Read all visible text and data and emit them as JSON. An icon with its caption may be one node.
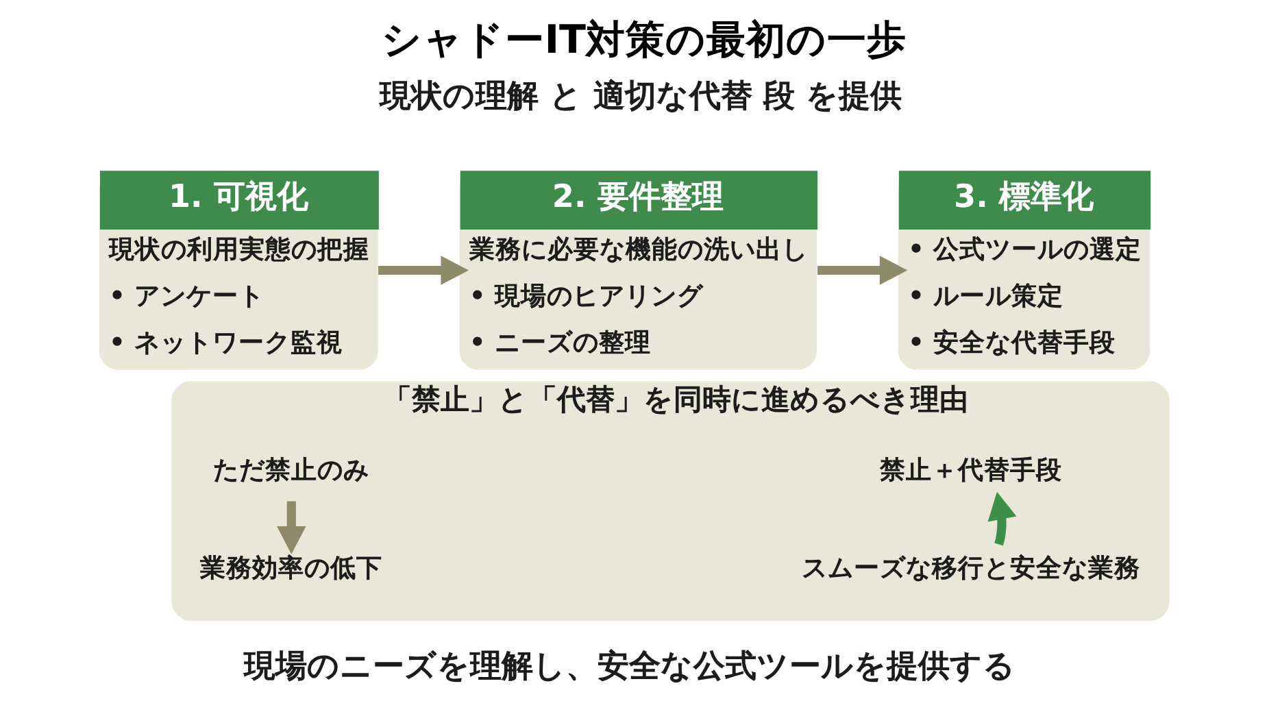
{
  "diagram": {
    "title": "シャドーIT対策の最初の一歩",
    "caption": "現場のニーズを理解し、安全な公式ツールを提供する",
    "nodes": [
      {
        "text": [
          "1. 可視化",
          "現状の利用実態の把握",
          "• アンケート",
          "• ネットワーク監視"
        ]
      },
      {
        "text": [
          "2. 要件整理",
          "業務に必要な機能の洗い出し",
          "• 現場のヒアリング",
          "• ニーズの整理"
        ]
      },
      {
        "text": [
          "3. 標準化",
          "• 公式ツールの選定",
          "• ルール策定",
          "• 安全な代替手段"
        ]
      },
      {
        "text": [
          "「禁止」と「代替」を同時に進めるべき理由"
        ]
      },
      {
        "text": [
          "ただ禁止のみ"
        ],
        "in": 3
      },
      {
        "text": [
          "業務効率の低下"
        ],
        "in": 3
      },
      {
        "text": [
          "禁止＋代替手段"
        ],
        "in": 3
      },
      {
        "text": [
          "スムーズな移行と安全な業務"
        ],
        "in": 3
      }
    ],
    "edges": [
      {
        "from": 0,
        "to": 1,
        "arrow": "to"
      },
      {
        "from": 1,
        "to": 2,
        "arrow": "to"
      },
      {
        "from": 4,
        "to": 5,
        "arrow": "to"
      },
      {
        "from": 7,
        "to": 6,
        "arrow": "to",
        "color": "#3d8f4a"
      }
    ],
    "labels": [
      "現状の理解 と 適切な代替 段 を提供"
    ]
  }
}
